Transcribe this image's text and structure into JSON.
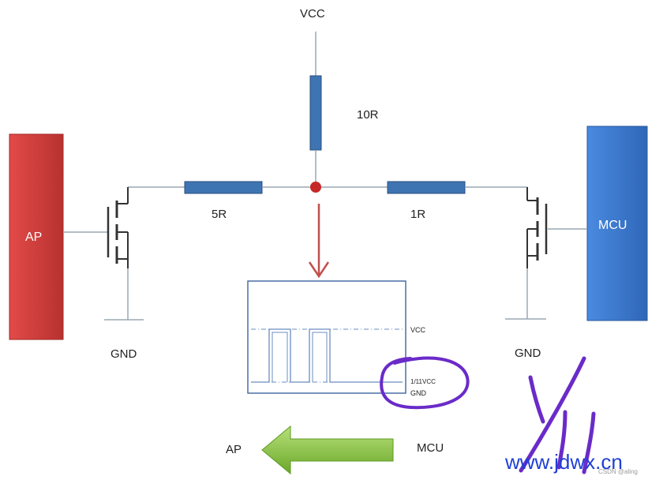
{
  "labels": {
    "vcc_top": "VCC",
    "r_top": "10R",
    "r_left": "5R",
    "r_right": "1R",
    "ap_block": "AP",
    "mcu_block": "MCU",
    "gnd_left": "GND",
    "gnd_right": "GND",
    "scope_vcc": "VCC",
    "scope_level": "1/11VCC",
    "scope_gnd": "GND",
    "arrow_to": "AP",
    "arrow_from": "MCU",
    "handwritten_fraction": "1/11",
    "watermark_url": "www.jdwx.cn",
    "watermark_small": "CSDN @aling"
  },
  "colors": {
    "wire": "#9aa7b4",
    "resistor": "#3f74b3",
    "resistor_stroke": "#2a4f7e",
    "ap_block": "#d9403f",
    "mcu_block": "#3a7cd1",
    "node": "#c62828",
    "current_arrow": "#c0504d",
    "scope_frame": "#4a6fa5",
    "scope_signal": "#6b8cc0",
    "green_arrow": "#8dc63f",
    "annotation_purple": "#6a2bc9",
    "watermark_blue": "#1f3fd6"
  }
}
